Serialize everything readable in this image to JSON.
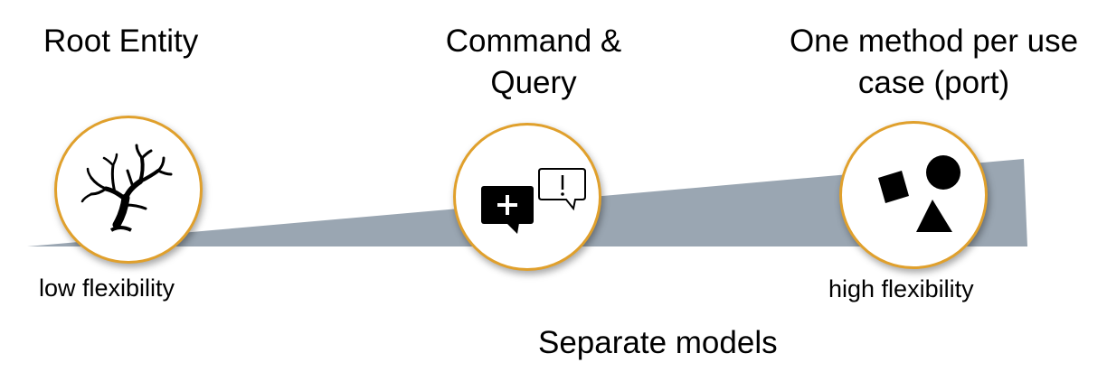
{
  "stages": [
    {
      "title": "Root Entity",
      "icon": "tree-icon"
    },
    {
      "title_line1": "Command &",
      "title_line2": "Query",
      "icon": "command-query-icon"
    },
    {
      "title_line1": "One method per use",
      "title_line2": "case (port)",
      "icon": "shapes-icon"
    }
  ],
  "scale": {
    "low_label": "low flexibility",
    "high_label": "high flexibility"
  },
  "footer": {
    "label": "Separate models"
  },
  "colors": {
    "wedge": "#9aa6b2",
    "circle_border": "#e0a02c"
  }
}
